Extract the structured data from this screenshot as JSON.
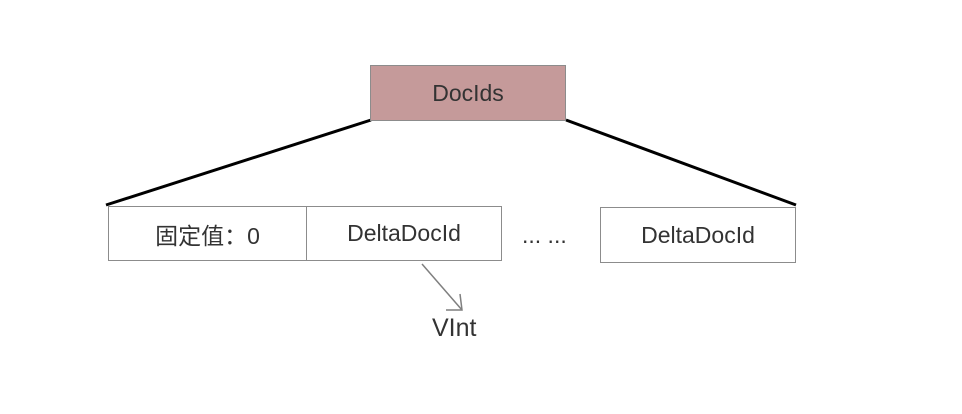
{
  "root": {
    "label": "DocIds"
  },
  "fields": [
    {
      "label": "固定值：0"
    },
    {
      "label": "DeltaDocId"
    },
    {
      "label": "DeltaDocId"
    }
  ],
  "ellipsis": "... ...",
  "encoding": {
    "label": "VInt"
  },
  "colors": {
    "root_fill": "#c59a9a",
    "box_border": "#8c8c8c",
    "line": "#000000",
    "arrow": "#7f7f7f",
    "text": "#333333"
  }
}
